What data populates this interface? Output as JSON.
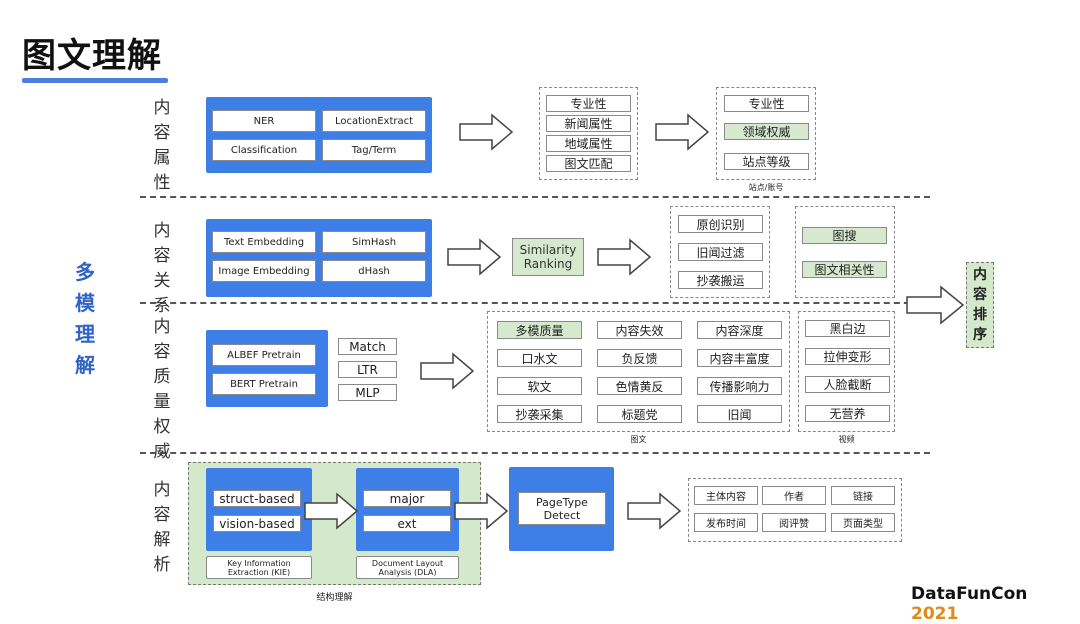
{
  "title": "图文理解",
  "side_label": [
    "多",
    "模",
    "理",
    "解"
  ],
  "rows": {
    "attr": {
      "label": [
        "内",
        "容",
        "属",
        "性"
      ],
      "inputs": [
        "NER",
        "LocationExtract",
        "Classification",
        "Tag/Term"
      ],
      "col1": [
        "专业性",
        "新闻属性",
        "地域属性",
        "图文匹配"
      ],
      "col2": [
        "专业性",
        "领域权威",
        "站点等级"
      ],
      "col2_caption": "站点/账号"
    },
    "relation": {
      "label": [
        "内",
        "容",
        "关",
        "系"
      ],
      "inputs": [
        "Text Embedding",
        "SimHash",
        "Image Embedding",
        "dHash"
      ],
      "middle": "Similarity Ranking",
      "col1": [
        "原创识别",
        "旧闻过滤",
        "抄袭搬运"
      ],
      "col2": [
        "图搜",
        "图文相关性"
      ]
    },
    "quality": {
      "label": [
        "内",
        "容",
        "质",
        "量",
        "权",
        "威"
      ],
      "inputs": [
        "ALBEF Pretrain",
        "BERT Pretrain"
      ],
      "methods": [
        "Match",
        "LTR",
        "MLP"
      ],
      "grid": [
        "多模质量",
        "内容失效",
        "内容深度",
        "口水文",
        "负反馈",
        "内容丰富度",
        "软文",
        "色情黄反",
        "传播影响力",
        "抄袭采集",
        "标题党",
        "旧闻"
      ],
      "grid_caption": "图文",
      "video": [
        "黑白边",
        "拉伸变形",
        "人脸截断",
        "无营养"
      ],
      "video_caption": "视频"
    },
    "parse": {
      "label": [
        "内",
        "容",
        "解",
        "析"
      ],
      "kie": [
        "struct-based",
        "vision-based"
      ],
      "kie_caption": "Key Information Extraction (KIE)",
      "dla": [
        "major",
        "ext"
      ],
      "dla_caption": "Document Layout Analysis (DLA)",
      "group_caption": "结构理解",
      "pagetype": "PageType Detect",
      "outputs": [
        "主体内容",
        "作者",
        "链接",
        "发布时间",
        "阅评赞",
        "页面类型"
      ]
    }
  },
  "final": "内容排序",
  "footer": {
    "brand": "DataFunCon",
    "year": "2021"
  }
}
